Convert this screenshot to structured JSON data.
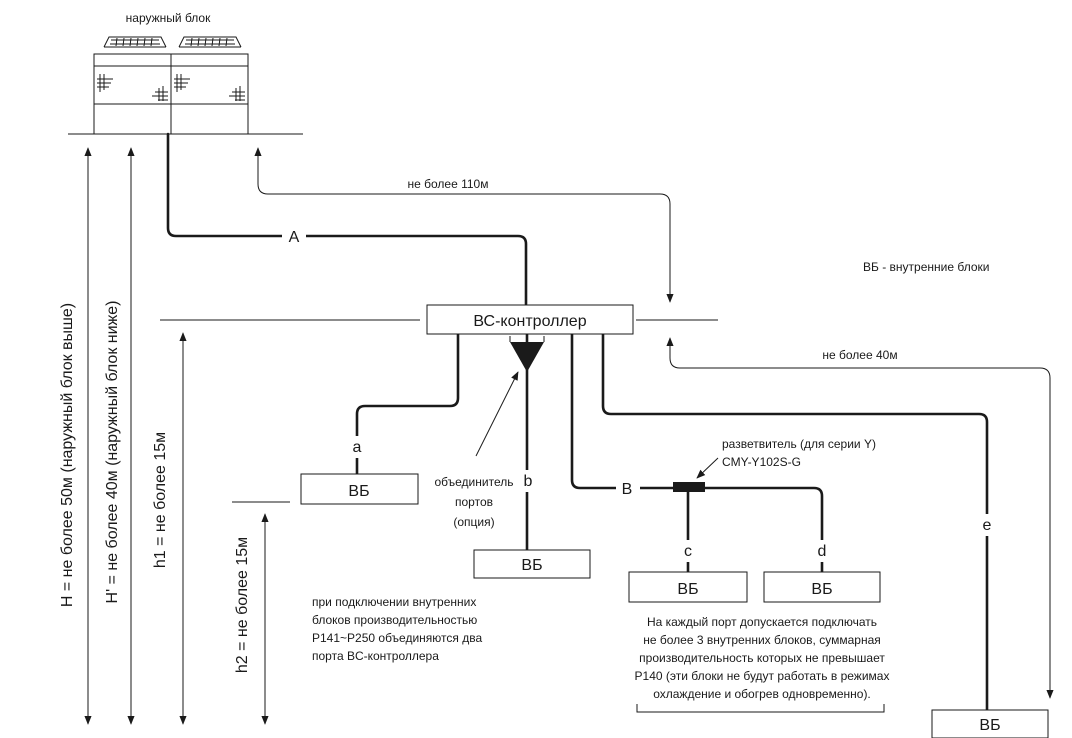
{
  "outdoor_unit": {
    "label": "наружный блок"
  },
  "legend": "ВБ - внутренние блоки",
  "controller": {
    "label": "ВС-контроллер"
  },
  "pipes": {
    "A": "A",
    "B": "B",
    "a": "a",
    "b": "b",
    "c": "c",
    "d": "d",
    "e": "e"
  },
  "indoor_unit_label": "ВБ",
  "distances": {
    "top_length": "не более 110м",
    "right_length": "не более 40м",
    "H": "H = не более 50м (наружный блок выше)",
    "H_prime": "H' = не более 40м (наружный блок ниже)",
    "h1": "h1 = не более 15м",
    "h2": "h2 = не более 15м"
  },
  "port_joiner": [
    "объединитель",
    "портов",
    "(опция)"
  ],
  "branch": [
    "разветвитель (для серии Y)",
    "CMY-Y102S-G"
  ],
  "note_left": [
    "при подключении внутренних",
    "блоков производительностью",
    "P141~P250 объединяются два",
    "порта BC-контроллера"
  ],
  "note_right": [
    "На каждый порт допускается подключать",
    "не более 3 внутренних блоков, суммарная",
    "производительность которых не превышает",
    "P140 (эти блоки не будут работать в режимах",
    "охлаждение и обогрев одновременно)."
  ]
}
